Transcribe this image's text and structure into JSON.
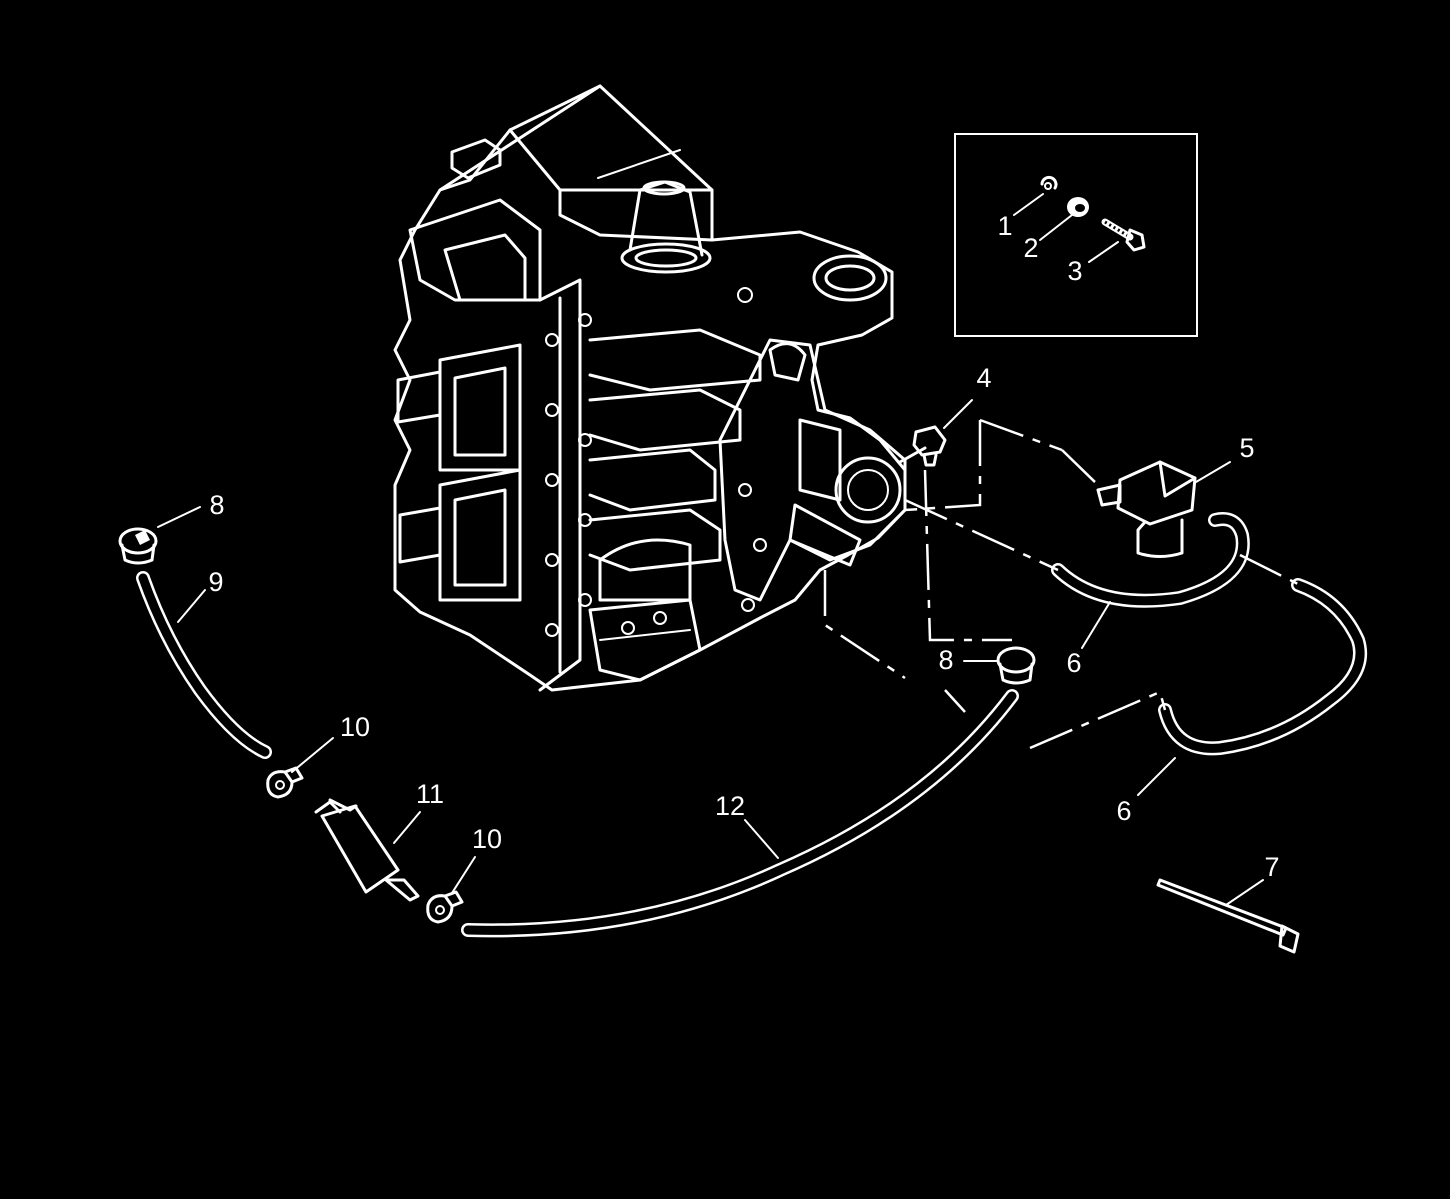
{
  "callouts": {
    "c1": "1",
    "c2": "2",
    "c3": "3",
    "c4": "4",
    "c5": "5",
    "c6a": "6",
    "c6b": "6",
    "c7": "7",
    "c8a": "8",
    "c8b": "8",
    "c9": "9",
    "c10a": "10",
    "c10b": "10",
    "c11": "11",
    "c12": "12"
  },
  "colors": {
    "background": "#000000",
    "linework": "#ffffff"
  }
}
